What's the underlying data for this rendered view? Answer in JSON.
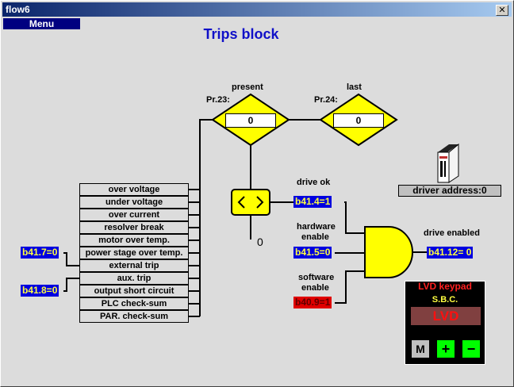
{
  "window": {
    "title": "flow6",
    "close_icon": "close-icon"
  },
  "menu": {
    "label": "Menu"
  },
  "page": {
    "title": "Trips block"
  },
  "present": {
    "caption": "present",
    "param": "Pr.23:",
    "value": "0"
  },
  "last": {
    "caption": "last",
    "param": "Pr.24:",
    "value": "0"
  },
  "comparator": {
    "icon": "compare-arrows-icon",
    "output_value": "0"
  },
  "trips": [
    "over voltage",
    "under voltage",
    "over current",
    "resolver break",
    "motor over temp.",
    "power stage over temp.",
    "external trip",
    "aux. trip",
    "output short circuit",
    "PLC check-sum",
    "PAR. check-sum"
  ],
  "trip_inputs": {
    "external": "b41.7=0",
    "aux": "b41.8=0"
  },
  "gate": {
    "drive_ok_label": "drive ok",
    "drive_ok_value": "b41.4=1",
    "hardware_label_1": "hardware",
    "hardware_label_2": "enable",
    "hardware_value": "b41.5=0",
    "software_label_1": "software",
    "software_value": "b40.9=1",
    "software_label_2": "enable",
    "output_label": "drive enabled",
    "output_value": "b41.12= 0"
  },
  "driver": {
    "address_label": "driver address:0",
    "icon": "drive-unit-icon"
  },
  "keypad": {
    "title": "LVD keypad",
    "subtitle": "S.B.C.",
    "display": "LVD",
    "btn_m": "M",
    "btn_plus": "+",
    "btn_minus": "−"
  },
  "colors": {
    "accent_blue": "#0000e0",
    "alert_red": "#e00000",
    "diagram_yellow": "#ffff00"
  }
}
